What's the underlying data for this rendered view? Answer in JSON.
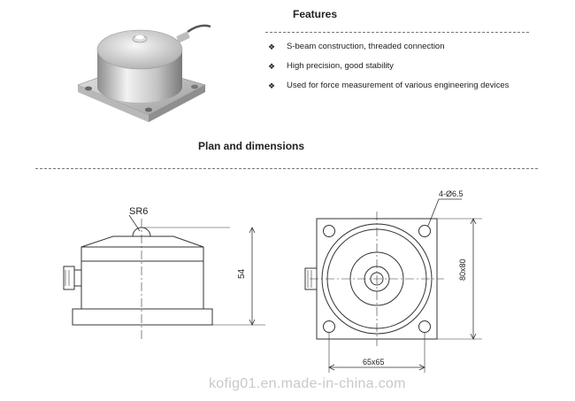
{
  "features": {
    "title": "Features",
    "items": [
      "S-beam construction, threaded connection",
      "High precision, good stability",
      "Used for force measurement of various engineering devices"
    ],
    "bullet_icon": "diamond-cluster-icon"
  },
  "plan": {
    "title": "Plan and dimensions",
    "labels": {
      "sr": "SR6",
      "height": "54",
      "holes": "4-Ø6.5",
      "outer": "80x80",
      "pitch": "65x65"
    }
  },
  "watermark": "kofig01.en.made-in-china.com"
}
